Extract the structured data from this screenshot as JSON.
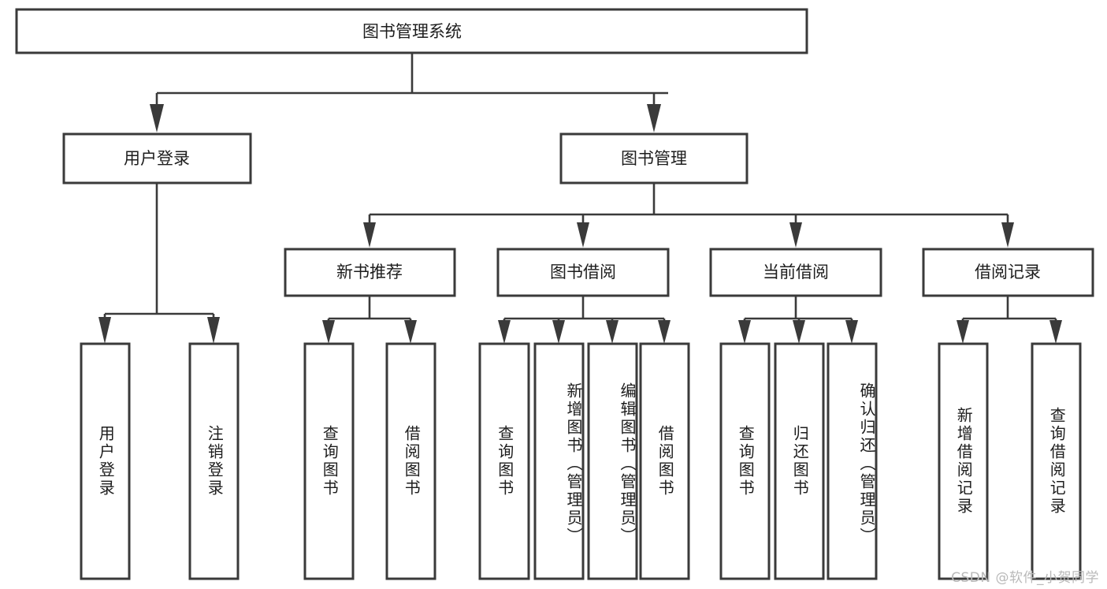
{
  "diagram": {
    "type": "tree-hierarchy-chart",
    "title": "图书管理系统",
    "orientation": "top-down",
    "colors": {
      "box_stroke": "#3a3a3a",
      "box_fill": "#ffffff",
      "connector": "#3a3a3a",
      "text": "#1d1d1d",
      "background": "#ffffff",
      "watermark": "#b9b9b9"
    },
    "levels": [
      {
        "level": 1,
        "nodes": [
          {
            "id": "root",
            "label": "图书管理系统",
            "orientation": "horizontal"
          }
        ]
      },
      {
        "level": 2,
        "nodes": [
          {
            "id": "l2-0",
            "label": "用户登录",
            "orientation": "horizontal",
            "parent": "root"
          },
          {
            "id": "l2-1",
            "label": "图书管理",
            "orientation": "horizontal",
            "parent": "root"
          }
        ]
      },
      {
        "level": 3,
        "nodes": [
          {
            "id": "l3-0",
            "label": "新书推荐",
            "orientation": "horizontal",
            "parent": "l2-1"
          },
          {
            "id": "l3-1",
            "label": "图书借阅",
            "orientation": "horizontal",
            "parent": "l2-1"
          },
          {
            "id": "l3-2",
            "label": "当前借阅",
            "orientation": "horizontal",
            "parent": "l2-1"
          },
          {
            "id": "l3-3",
            "label": "借阅记录",
            "orientation": "horizontal",
            "parent": "l2-1"
          }
        ]
      },
      {
        "level": 4,
        "nodes": [
          {
            "id": "leaf-0",
            "label": "用户登录",
            "orientation": "vertical",
            "parent": "l2-0"
          },
          {
            "id": "leaf-1",
            "label": "注销登录",
            "orientation": "vertical",
            "parent": "l2-0"
          },
          {
            "id": "leaf-2",
            "label": "查询图书",
            "orientation": "vertical",
            "parent": "l3-0"
          },
          {
            "id": "leaf-3",
            "label": "借阅图书",
            "orientation": "vertical",
            "parent": "l3-0"
          },
          {
            "id": "leaf-4",
            "label": "查询图书",
            "orientation": "vertical",
            "parent": "l3-1"
          },
          {
            "id": "leaf-5",
            "label": "新增图书（管理员）",
            "orientation": "vertical",
            "parent": "l3-1"
          },
          {
            "id": "leaf-6",
            "label": "编辑图书（管理员）",
            "orientation": "vertical",
            "parent": "l3-1"
          },
          {
            "id": "leaf-7",
            "label": "借阅图书",
            "orientation": "vertical",
            "parent": "l3-1"
          },
          {
            "id": "leaf-8",
            "label": "查询图书",
            "orientation": "vertical",
            "parent": "l3-2"
          },
          {
            "id": "leaf-9",
            "label": "归还图书",
            "orientation": "vertical",
            "parent": "l3-2"
          },
          {
            "id": "leaf-10",
            "label": "确认归还（管理员）",
            "orientation": "vertical",
            "parent": "l3-2"
          },
          {
            "id": "leaf-11",
            "label": "新增借阅记录",
            "orientation": "vertical",
            "parent": "l3-3"
          },
          {
            "id": "leaf-12",
            "label": "查询借阅记录",
            "orientation": "vertical",
            "parent": "l3-3"
          }
        ]
      }
    ]
  },
  "watermark": {
    "text": "CSDN @软件_小贺同学"
  }
}
